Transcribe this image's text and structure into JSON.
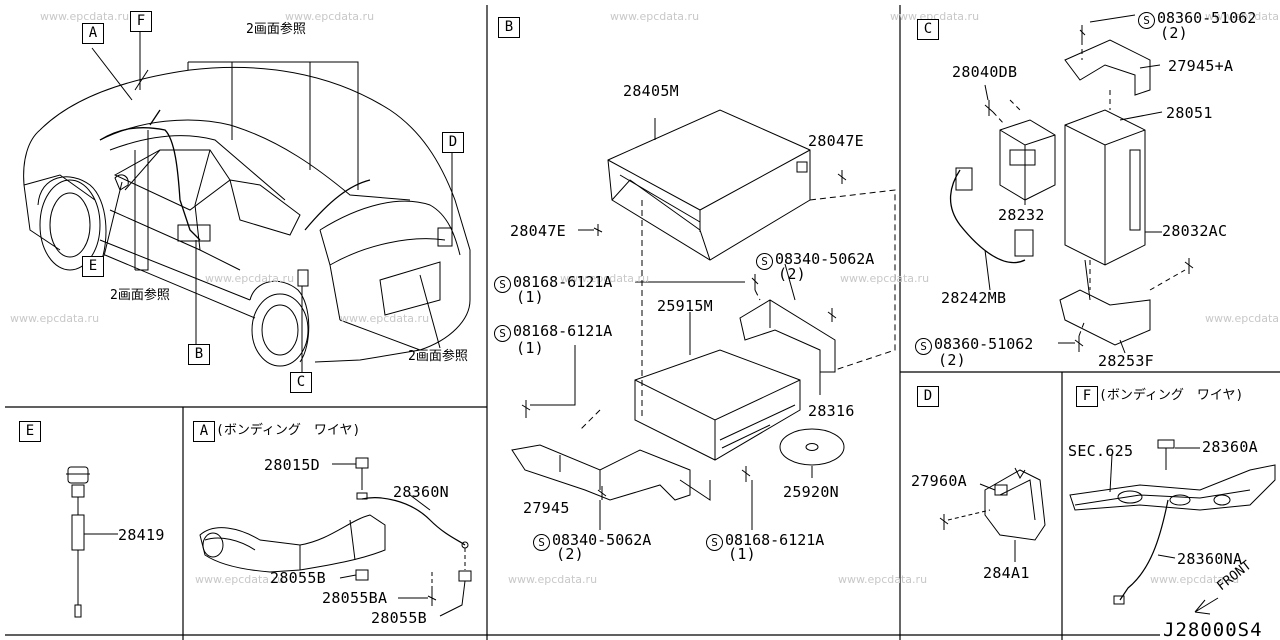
{
  "watermark": "www.epcdata.ru",
  "figure_code": "J28000S4",
  "sections": {
    "main": {
      "callouts": {
        "A": "A",
        "F": "F",
        "D": "D",
        "E": "E",
        "B": "B",
        "C": "C"
      },
      "see_page_top": "2画面参照",
      "see_page_left": "2画面参照",
      "see_page_right": "2画面参照"
    },
    "b": {
      "label": "B",
      "parts": {
        "p28405M": "28405M",
        "p28047E_r": "28047E",
        "p28047E_l": "28047E",
        "s08340_top": "08340-5062A",
        "s08340_top_qty": "(2)",
        "s08168_a": "08168-6121A",
        "s08168_a_qty": "(1)",
        "p25915M": "25915M",
        "s08168_b": "08168-6121A",
        "s08168_b_qty": "(1)",
        "p28316": "28316",
        "p27945": "27945",
        "p25920N": "25920N",
        "s08340_bot": "08340-5062A",
        "s08340_bot_qty": "(2)",
        "s08168_c": "08168-6121A",
        "s08168_c_qty": "(1)"
      }
    },
    "c": {
      "label": "C",
      "parts": {
        "s08360_top": "08360-51062",
        "s08360_top_qty": "(2)",
        "p27945A": "27945+A",
        "p28040DB": "28040DB",
        "p28051": "28051",
        "p28232": "28232",
        "p28032AC": "28032AC",
        "p28242MB": "28242MB",
        "s08360_bot": "08360-51062",
        "s08360_bot_qty": "(2)",
        "p28253F": "28253F"
      }
    },
    "d": {
      "label": "D",
      "parts": {
        "p27960A": "27960A",
        "p284A1": "284A1"
      }
    },
    "e": {
      "label": "E",
      "parts": {
        "p28419": "28419"
      }
    },
    "a": {
      "label": "A",
      "caption": "(ボンディング　ワイヤ)",
      "parts": {
        "p28015D": "28015D",
        "p28360N": "28360N",
        "p28055B_1": "28055B",
        "p28055BA": "28055BA",
        "p28055B_2": "28055B"
      }
    },
    "f": {
      "label": "F",
      "caption": "(ボンディング　ワイヤ)",
      "parts": {
        "sec625": "SEC.625",
        "p28360A": "28360A",
        "p28360NA": "28360NA",
        "front": "FRONT"
      }
    }
  }
}
